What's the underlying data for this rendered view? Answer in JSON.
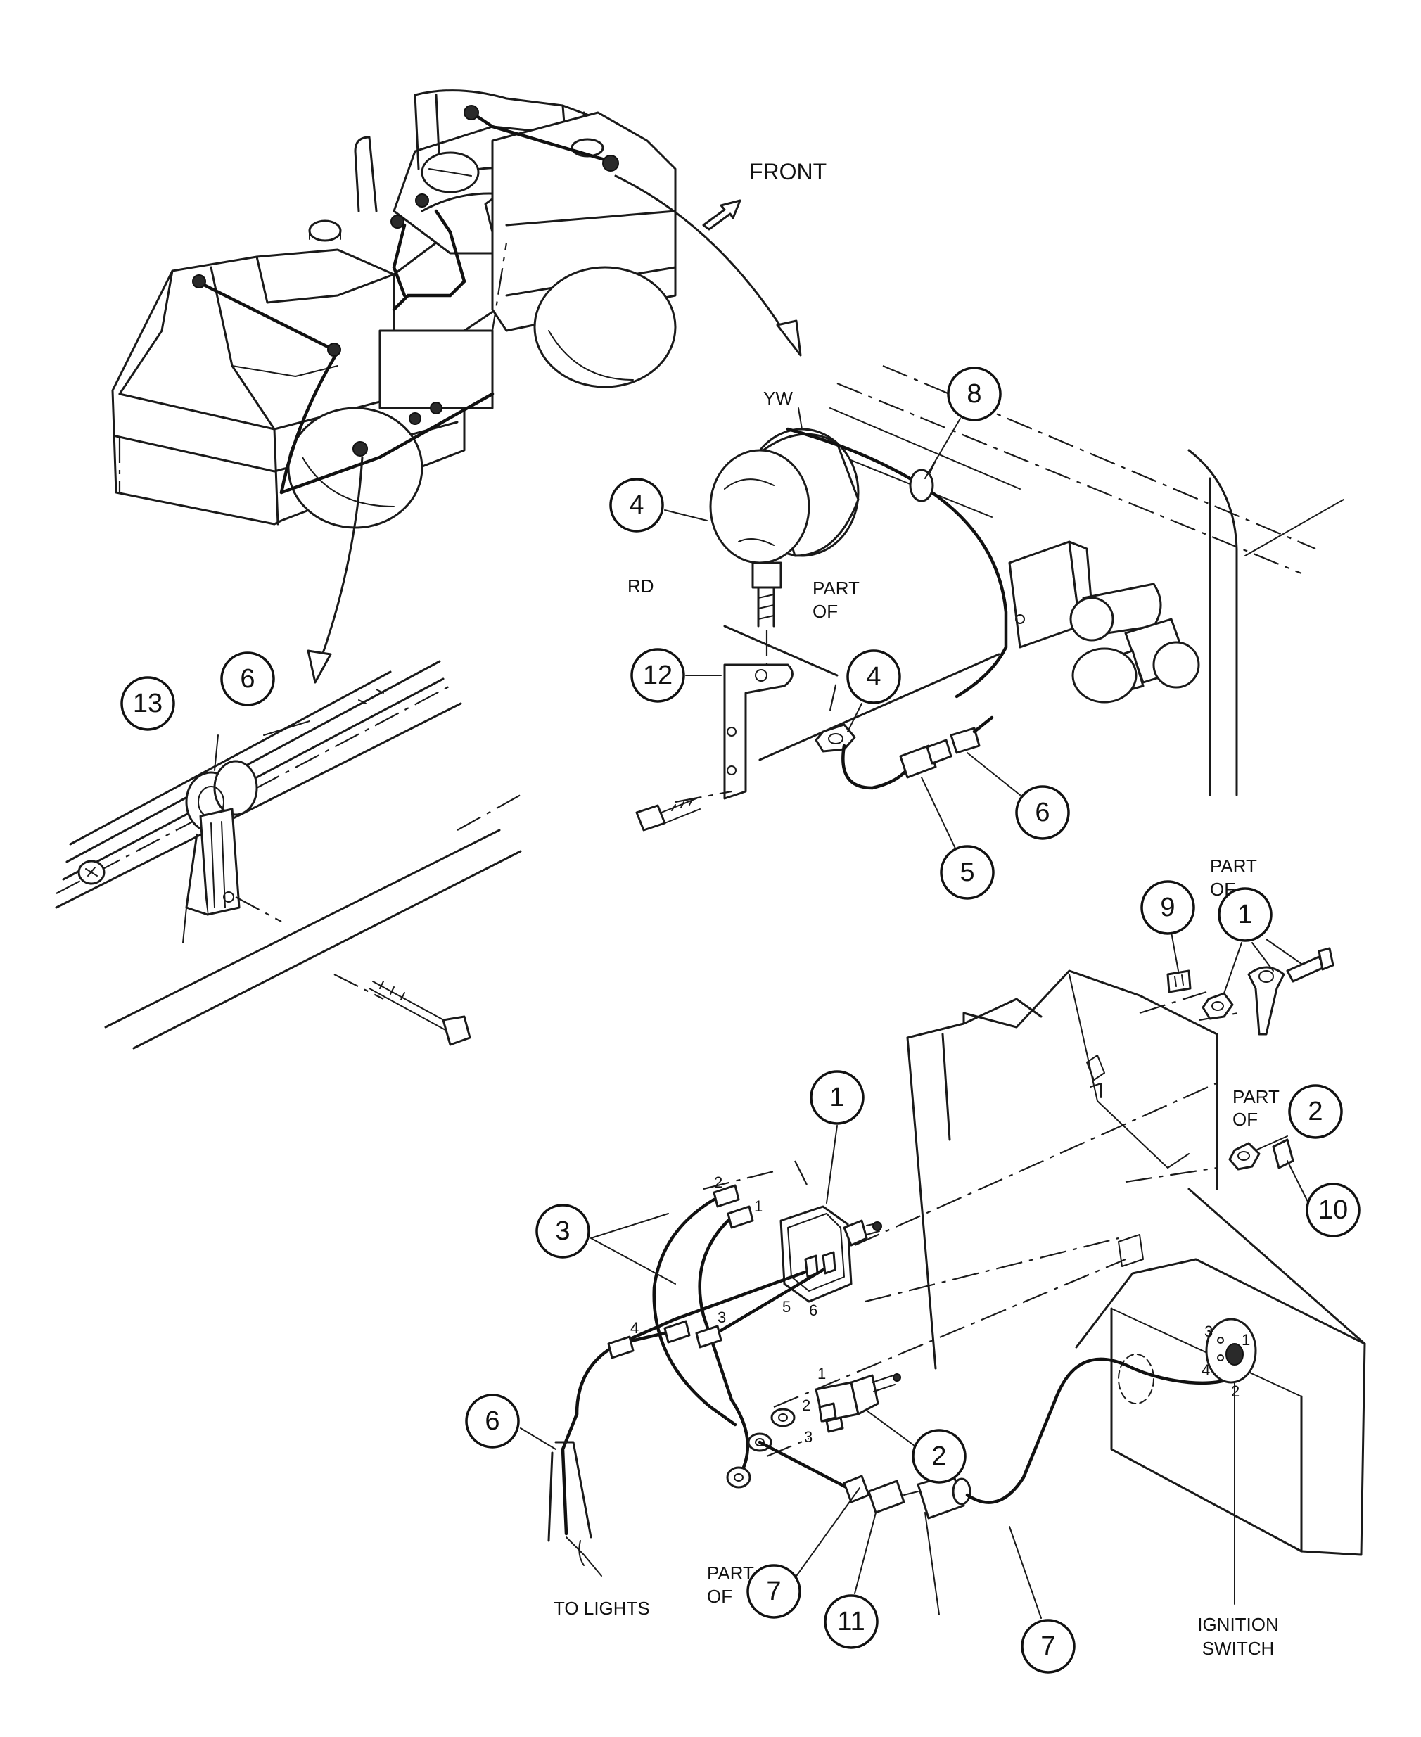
{
  "labels": {
    "front": "FRONT",
    "yw": "YW",
    "rd": "RD",
    "part_of": "PART",
    "of": "OF",
    "to_lights": "TO LIGHTS",
    "ignition_line1": "IGNITION",
    "ignition_line2": "SWITCH"
  },
  "callouts": {
    "c4_lamp": "4",
    "c4_part": "4",
    "c5": "5",
    "c6_top": "6",
    "c6_connector": "6",
    "c6_bottom": "6",
    "c8": "8",
    "c12": "12",
    "c13": "13",
    "c9": "9",
    "c1_part": "1",
    "c1_switch": "1",
    "c2_part": "2",
    "c2_toggle": "2",
    "c3": "3",
    "c7_part": "7",
    "c7_wire": "7",
    "c10": "10",
    "c11": "11"
  },
  "pins": {
    "sw_1": "1",
    "sw_2": "2",
    "sw_3": "3",
    "sw_4": "4",
    "sw_5": "5",
    "sw_6": "6",
    "tg_1": "1",
    "tg_2": "2",
    "tg_3": "3",
    "ig_1": "1",
    "ig_2": "2",
    "ig_3": "3",
    "ig_4": "4"
  }
}
